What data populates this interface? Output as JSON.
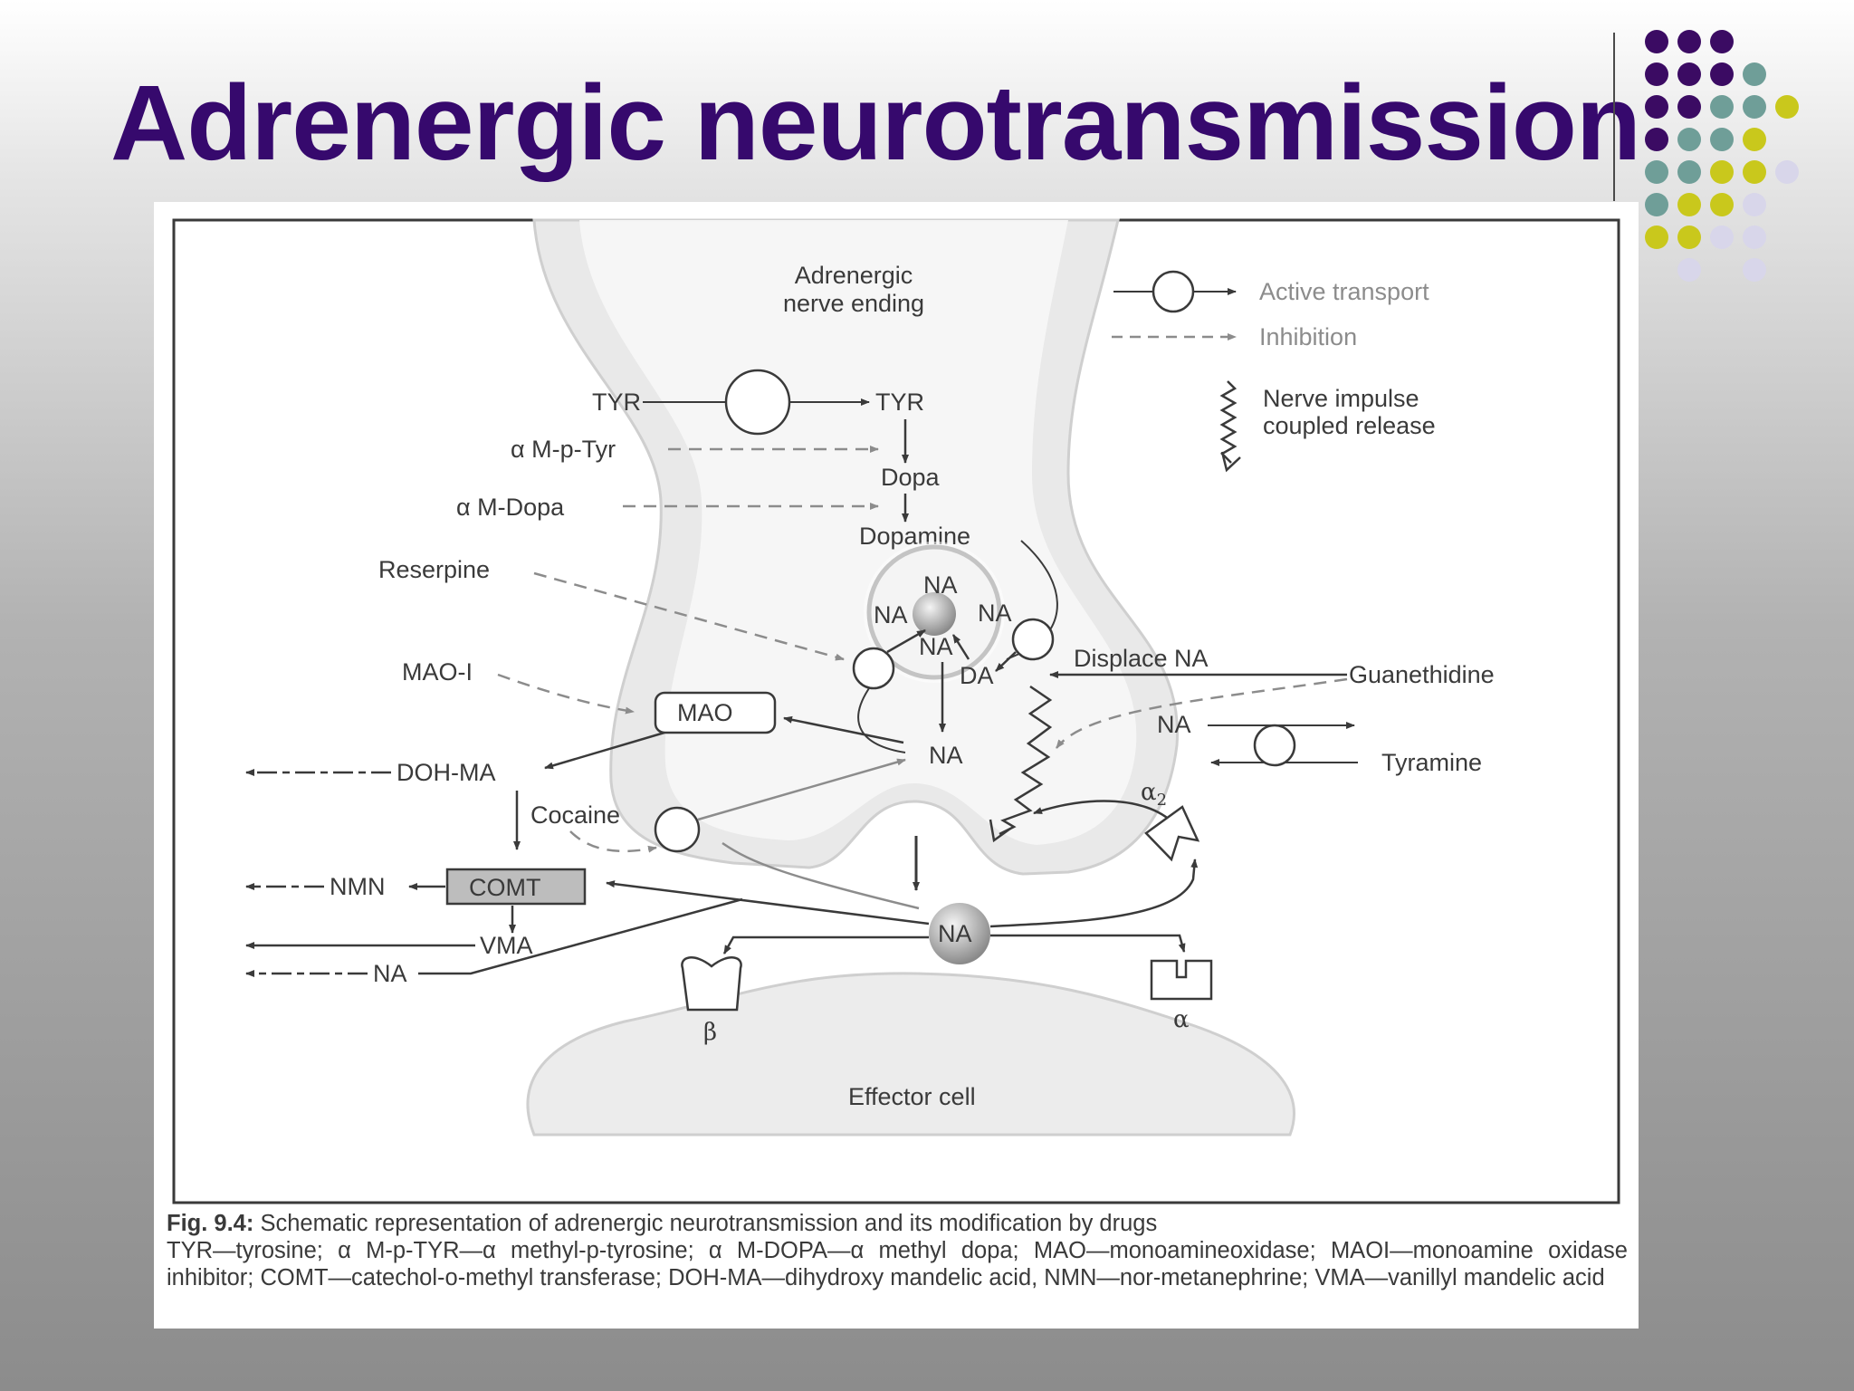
{
  "slide": {
    "title": "Adrenergic neurotransmission"
  },
  "decor": {
    "dot_colors": [
      "#3b0b63",
      "#6f9e98",
      "#c9c81c",
      "#d8d6ea"
    ]
  },
  "diagram": {
    "nerve_ending_label": [
      "Adrenergic",
      "nerve ending"
    ],
    "effector_label": "Effector cell",
    "legend": {
      "active_transport": "Active transport",
      "inhibition": "Inhibition",
      "nerve_impulse": [
        "Nerve impulse",
        "coupled release"
      ]
    },
    "labels": {
      "tyr_out": "TYR",
      "tyr_in": "TYR",
      "ampt": "α M-p-Tyr",
      "dopa": "Dopa",
      "amdopa": "α M-Dopa",
      "dopamine": "Dopamine",
      "reserpine": "Reserpine",
      "na_vesicle_top": "NA",
      "na_vesicle_left": "NA",
      "na_vesicle_right": "NA",
      "na_vesicle_center": "NA",
      "da": "DA",
      "displace_na": "Displace NA",
      "guanethidine": "Guanethidine",
      "mao_i": "MAO-I",
      "mao": "MAO",
      "na_cytoplasm": "NA",
      "na_right": "NA",
      "tyramine": "Tyramine",
      "doh_ma": "DOH-MA",
      "cocaine": "Cocaine",
      "nmn": "NMN",
      "comt": "COMT",
      "vma": "VMA",
      "na_out": "NA",
      "na_cleft": "NA",
      "alpha2": "α",
      "alpha2_sub": "2",
      "beta": "β",
      "alpha": "α"
    }
  },
  "caption": {
    "fig_no": "Fig. 9.4:",
    "line1": "Schematic representation of adrenergic neurotransmission and its modification by drugs",
    "line2": "TYR—tyrosine; α M-p-TYR—α methyl-p-tyrosine; α M-DOPA—α methyl dopa; MAO—monoamineoxidase; MAOI—monoamine oxidase inhibitor; COMT—catechol-o-methyl transferase; DOH-MA—dihydroxy mandelic acid, NMN—nor-metanephrine; VMA—vanillyl mandelic acid"
  }
}
